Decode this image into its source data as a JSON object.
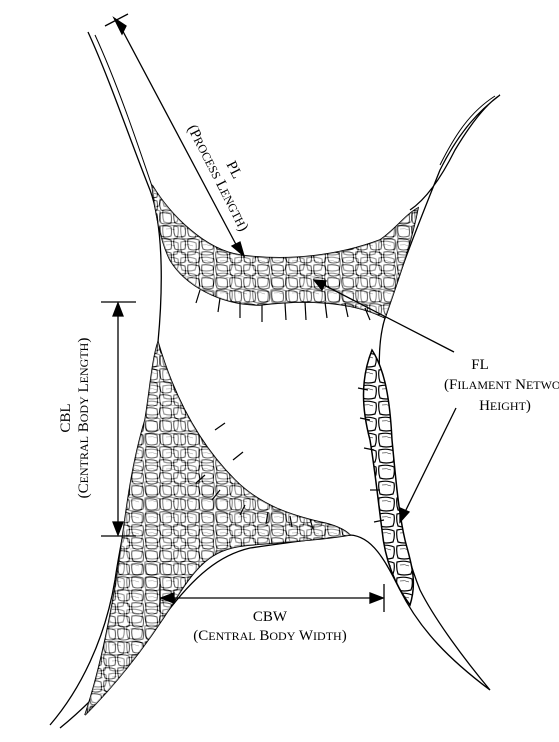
{
  "diagram": {
    "labels": {
      "pl": {
        "abbr": "PL",
        "full_open": "(P",
        "full_caps": "ROCESS",
        "full_mid": " L",
        "full_caps2": "ENGTH",
        "full_close": ")"
      },
      "cbl": {
        "abbr": "CBL",
        "full_open": "(C",
        "full_caps": "ENTRAL",
        "full_mid": " B",
        "full_caps2": "ODY",
        "full_mid2": " L",
        "full_caps3": "ENGTH",
        "full_close": ")"
      },
      "fl": {
        "abbr": "FL",
        "line1_open": "(F",
        "line1_caps": "ILAMENT",
        "line1_mid": " N",
        "line1_caps2": "ETWORK",
        "line2_open": "H",
        "line2_caps": "EIGHT",
        "line2_close": ")"
      },
      "cbw": {
        "abbr": "CBW",
        "full_open": "(C",
        "full_caps": "ENTRAL",
        "full_mid": " B",
        "full_caps2": "ODY",
        "full_mid2": " W",
        "full_caps3": "IDTH",
        "full_close": ")"
      }
    }
  }
}
